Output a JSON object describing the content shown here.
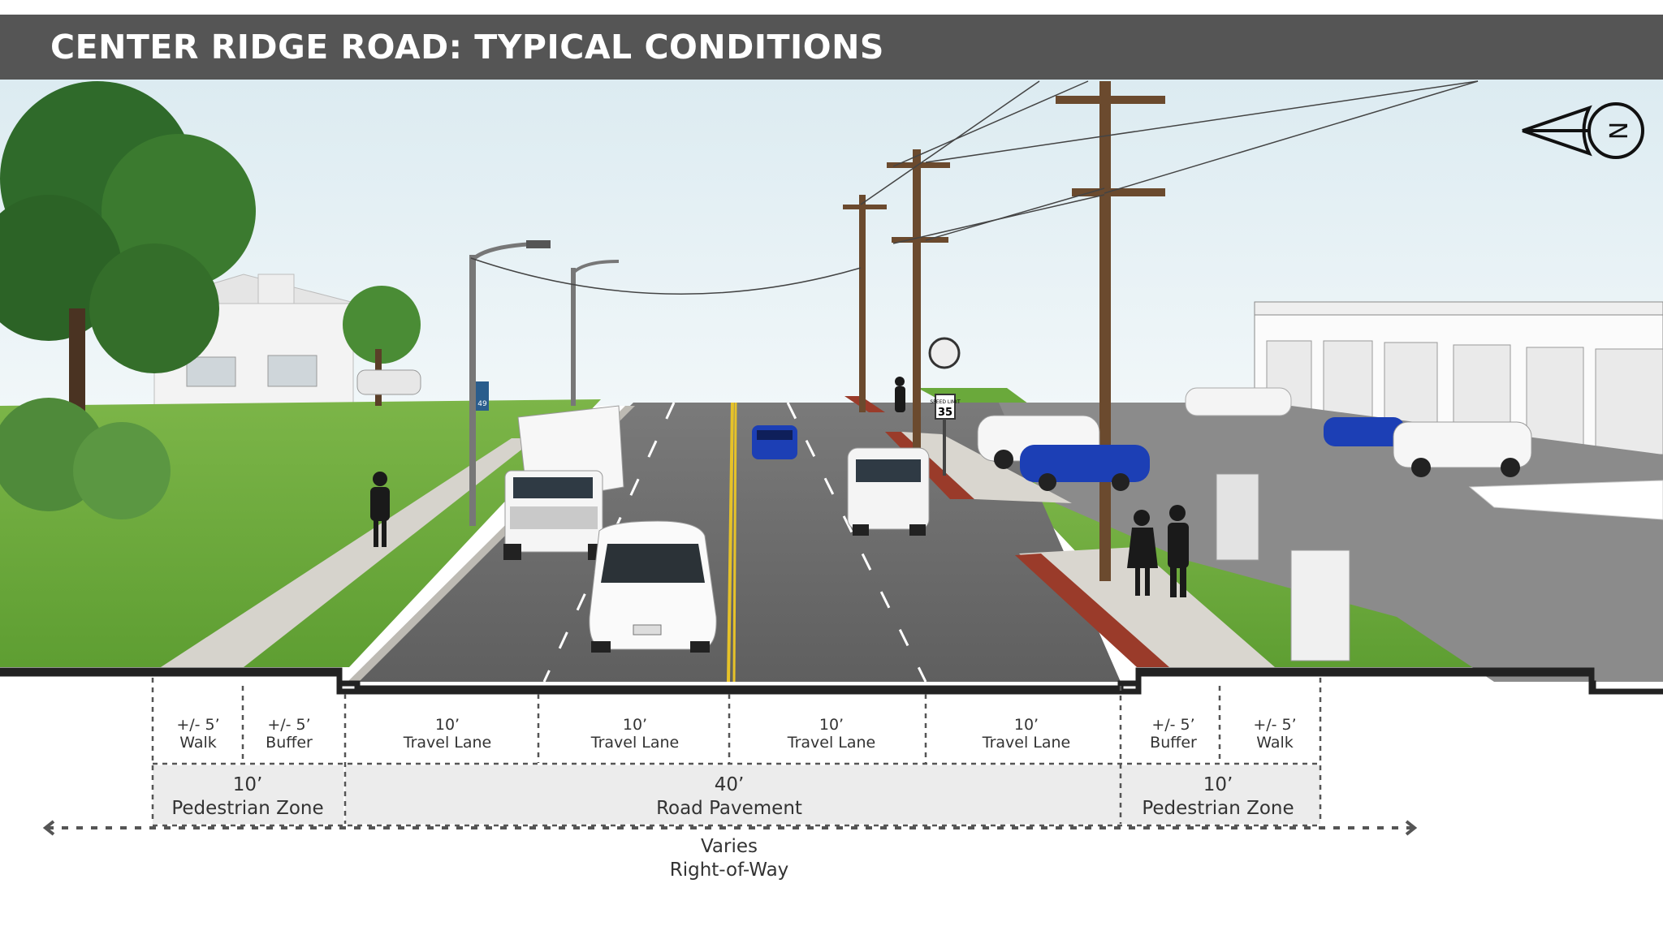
{
  "title": "CENTER RIDGE ROAD: TYPICAL CONDITIONS",
  "colors": {
    "title_bar": "#555555",
    "sky": "#e8f2f6",
    "grass": "#6fae3f",
    "asphalt": "#707070",
    "sidewalk": "#d6d3cc",
    "center_line": "#e6c229",
    "brick_buffer": "#9a3b2a",
    "pole": "#6b4a2e",
    "blue_car": "#1c3fb5",
    "zone_fill": "#ececec"
  },
  "icons": {
    "north_arrow": "north-arrow-icon",
    "speed_sign": "speed-limit-sign-icon",
    "bus_sign": "bus-stop-sign-icon"
  },
  "signs": {
    "speed_limit_label": "SPEED LIMIT",
    "speed_limit_value": "35",
    "bus_route": "49"
  },
  "north_arrow_letter": "N",
  "segments": [
    {
      "width": "+/- 5’",
      "label": "Walk"
    },
    {
      "width": "+/- 5’",
      "label": "Buffer"
    },
    {
      "width": "10’",
      "label": "Travel Lane"
    },
    {
      "width": "10’",
      "label": "Travel Lane"
    },
    {
      "width": "10’",
      "label": "Travel Lane"
    },
    {
      "width": "10’",
      "label": "Travel Lane"
    },
    {
      "width": "+/- 5’",
      "label": "Buffer"
    },
    {
      "width": "+/- 5’",
      "label": "Walk"
    }
  ],
  "zones": [
    {
      "width": "10’",
      "label": "Pedestrian Zone"
    },
    {
      "width": "40’",
      "label": "Road Pavement"
    },
    {
      "width": "10’",
      "label": "Pedestrian Zone"
    }
  ],
  "right_of_way": {
    "width": "Varies",
    "label": "Right-of-Way"
  }
}
